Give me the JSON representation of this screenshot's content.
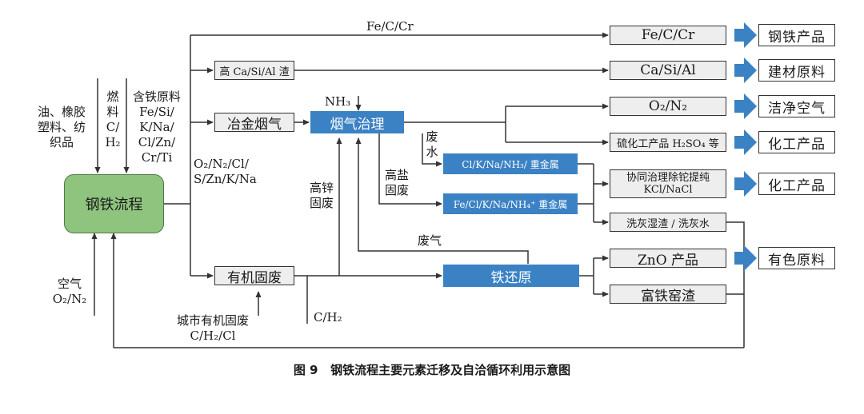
{
  "nodes": {
    "steel_process": "钢铁流程",
    "slag": "高 Ca/Si/Al 渣",
    "smelt_fume": "冶金烟气",
    "organic_waste": "有机固废",
    "fume_treat": "烟气治理",
    "salt_a": "Cl/K/Na/NH₃/ 重金属",
    "salt_b": "Fe/Cl/K/Na/NH₄⁺ 重金属",
    "iron_reduce": "铁还原",
    "out_fecr": "Fe/C/Cr",
    "out_casial": "Ca/Si/Al",
    "out_o2n2": "O₂/N₂",
    "out_sulfur": "硫化工产品 H₂SO₄ 等",
    "out_kcl": "协同治理除铊提纯\nKCl/NaCl",
    "out_wash": "洗灰湿渣 / 洗灰水",
    "out_zno": "ZnO 产品",
    "out_kiln": "富铁窑渣"
  },
  "products": {
    "steel": "钢铁产品",
    "building": "建材原料",
    "clean_air": "洁净空气",
    "chem1": "化工产品",
    "chem2": "化工产品",
    "nonferrous": "有色原料"
  },
  "labels": {
    "top_fecr": "Fe/C/Cr",
    "nh3": "NH₃",
    "inputs_oil": "油、橡胶\n塑料、纺\n织品",
    "inputs_fuel": "燃\n料\nC/\nH₂",
    "inputs_iron": "含铁原料\nFe/Si/\nK/Na/\nCl/Zn/\nCr/Ti",
    "gas_mix": "O₂/N₂/Cl/\nS/Zn/K/Na",
    "air": "空气\nO₂/N₂",
    "high_zinc": "高锌\n固废",
    "high_salt": "高盐\n固废",
    "waste_water": "废\n水",
    "waste_gas": "废气",
    "urban": "城市有机固废\nC/H₂/Cl",
    "ch2": "C/H₂"
  },
  "caption": {
    "fig": "图 9",
    "title": "钢铁流程主要元素迁移及自洽循环利用示意图"
  }
}
